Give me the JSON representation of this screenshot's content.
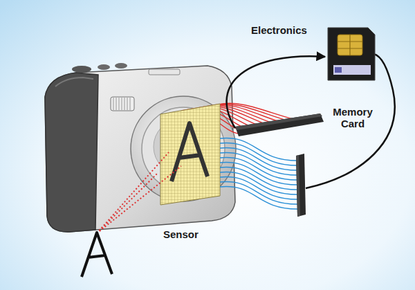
{
  "diagram": {
    "nodes": [
      {
        "text": [
          "Electronics"
        ]
      },
      {
        "text": [
          "Memory Card"
        ]
      }
    ],
    "edges": [
      {
        "from": 0,
        "to": 1,
        "arrow": "to"
      }
    ],
    "labels": [
      "Sensor"
    ]
  }
}
